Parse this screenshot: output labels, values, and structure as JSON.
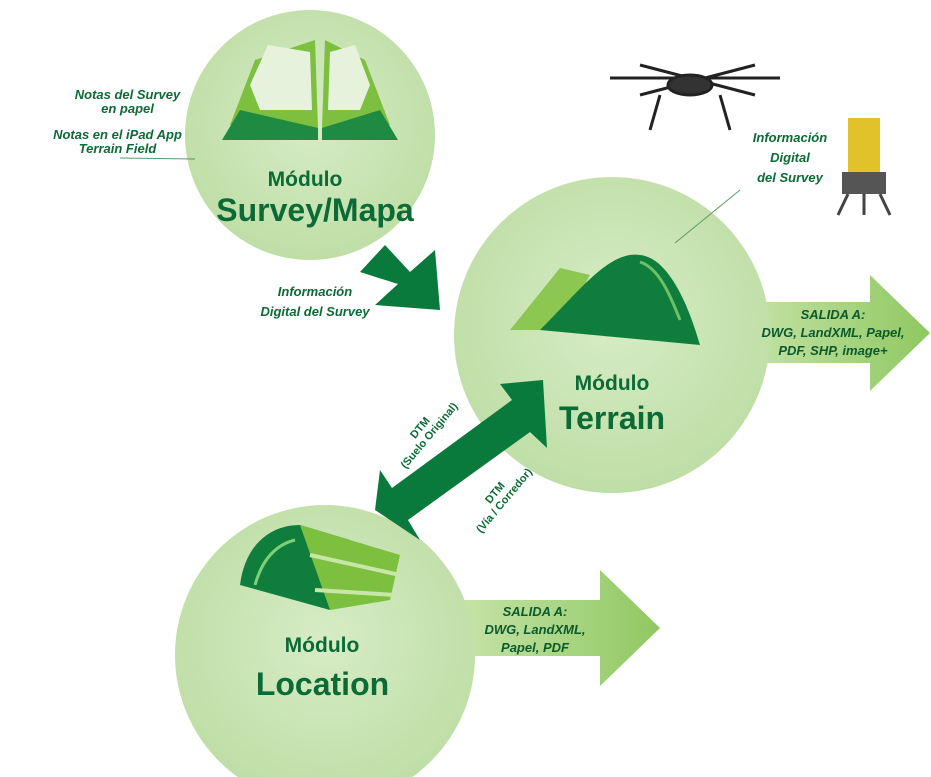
{
  "inputs": {
    "paper_notes": "Notas del Survey\nen papel",
    "ipad_notes": "Notas en el iPad App\nTerrain Field"
  },
  "survey_module": {
    "label": "Módulo",
    "name": "Survey/Mapa",
    "icon": "open-book-icon"
  },
  "survey_to_terrain": "Información\nDigital del Survey",
  "device_info": "Información\nDigital\ndel Survey",
  "terrain_module": {
    "label": "Módulo",
    "name": "Terrain",
    "icon": "mountain-icon"
  },
  "terrain_output": "SALIDA A:\nDWG, LandXML, Papel,\nPDF, SHP, image+",
  "dtm_up": "DTM\n(Suelo Original)",
  "dtm_down": "DTM\n(Vía / Corredor)",
  "location_module": {
    "label": "Módulo",
    "name": "Location",
    "icon": "road-corridor-icon"
  },
  "location_output": "SALIDA A:\nDWG, LandXML,\nPapel, PDF",
  "colors": {
    "circle": "#c8e3b2",
    "dark": "#0a7a3c",
    "output": "#b3d88c"
  }
}
